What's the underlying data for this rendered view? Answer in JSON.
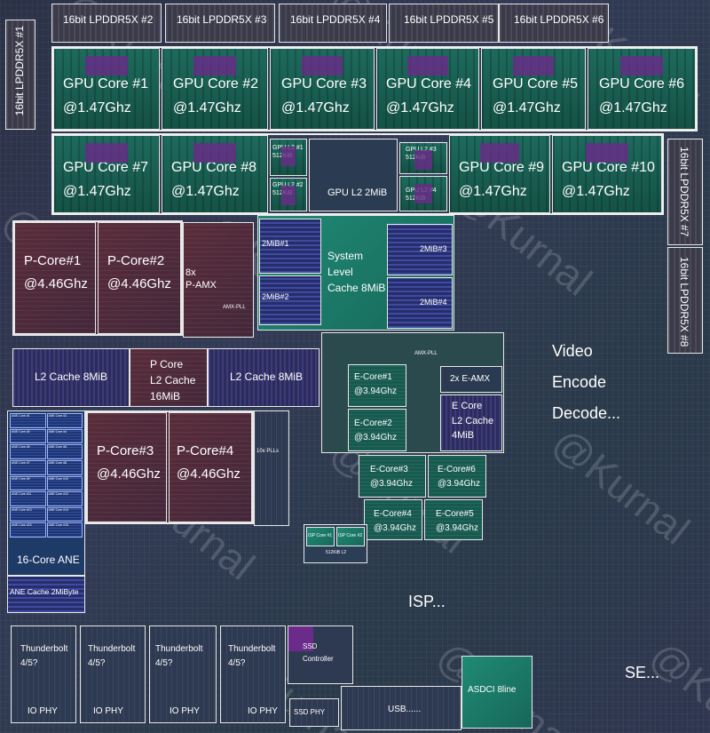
{
  "lpddr": {
    "top_2": "16bit LPDDR5X #2",
    "top_3": "16bit LPDDR5X #3",
    "top_4": "16bit LPDDR5X #4",
    "top_5": "16bit LPDDR5X #5",
    "top_6": "16bit LPDDR5X #6",
    "left_1": "16bit LPDDR5X #1",
    "right_7": "16bit LPDDR5X #7",
    "right_8": "16bit LPDDR5X #8"
  },
  "gpu": {
    "c1": "GPU Core #1\n@1.47Ghz",
    "c2": "GPU Core #2\n@1.47Ghz",
    "c3": "GPU Core #3\n@1.47Ghz",
    "c4": "GPU Core #4\n@1.47Ghz",
    "c5": "GPU Core #5\n@1.47Ghz",
    "c6": "GPU Core #6\n@1.47Ghz",
    "c7": "GPU Core #7\n@1.47Ghz",
    "c8": "GPU Core #8\n@1.47Ghz",
    "c9": "GPU Core #9\n@1.47Ghz",
    "c10": "GPU Core #10\n@1.47Ghz",
    "l2_1": "GPU L2 #1\n512KiB",
    "l2_2": "GPU L2 #2\n512KiB",
    "l2_3": "GPU L2 #3\n512KiB",
    "l2_4": "GPU L2 #4\n512KiB",
    "l2_main": "GPU L2 2MiB"
  },
  "pcore": {
    "p1": "P-Core#1\n@4.46Ghz",
    "p2": "P-Core#2\n@4.46Ghz",
    "p3": "P-Core#3\n@4.46Ghz",
    "p4": "P-Core#4\n@4.46Ghz",
    "amx": "8x\nP-AMX",
    "amx_pll": "AMX-PLL",
    "l2_left": "L2 Cache 8MiB",
    "l2_right": "L2 Cache 8MiB",
    "l2_center": "P Core\nL2 Cache\n16MiB"
  },
  "slc": {
    "label": "System\nLevel\nCache 8MiB",
    "b1": "2MiB#1",
    "b2": "2MiB#2",
    "b3": "2MiB#3",
    "b4": "2MiB#4"
  },
  "ecore": {
    "amx_pll": "AMX-PLL",
    "e1": "E-Core#1\n@3.94Ghz",
    "e2": "E-Core#2\n@3.94Ghz",
    "e3": "E-Core#3\n@3.94Ghz",
    "e4": "E-Core#4\n@3.94Ghz",
    "e5": "E-Core#5\n@3.94Ghz",
    "e6": "E-Core#6\n@3.94Ghz",
    "e_amx": "2x E-AMX",
    "l2": "E Core\nL2 Cache\n4MiB",
    "plls": "10x PLLs"
  },
  "ane": {
    "label": "16-Core ANE",
    "cache": "ANE Cache 2MiByte",
    "cores": [
      "ANE Core #1",
      "ANE Core #2",
      "ANE Core #3",
      "ANE Core #4",
      "ANE Core #5",
      "ANE Core #6",
      "ANE Core #7",
      "ANE Core #8",
      "ANE Core #9",
      "ANE Core #10",
      "ANE Core #11",
      "ANE Core #12",
      "ANE Core #13",
      "ANE Core #14",
      "ANE Core #15",
      "ANE Core #16"
    ]
  },
  "isp": {
    "core1": "ISP Core #1",
    "core2": "ISP Core #2",
    "l2": "512KiB L2",
    "main": "ISP..."
  },
  "video": "Video\nEncode\nDecode...",
  "se": "SE...",
  "tb": {
    "t1": "Thunderbolt\n4/5?",
    "t2": "Thunderbolt\n4/5?",
    "t3": "Thunderbolt\n4/5?",
    "t4": "Thunderbolt\n4/5?",
    "phy1": "IO PHY",
    "phy2": "IO PHY",
    "phy3": "IO PHY",
    "phy4": "IO PHY"
  },
  "ssd": {
    "controller": "SSD\nController",
    "phy": "SSD PHY"
  },
  "usb": "USB......",
  "asdci": "ASDCI 8line",
  "watermark": "@Kurnal"
}
